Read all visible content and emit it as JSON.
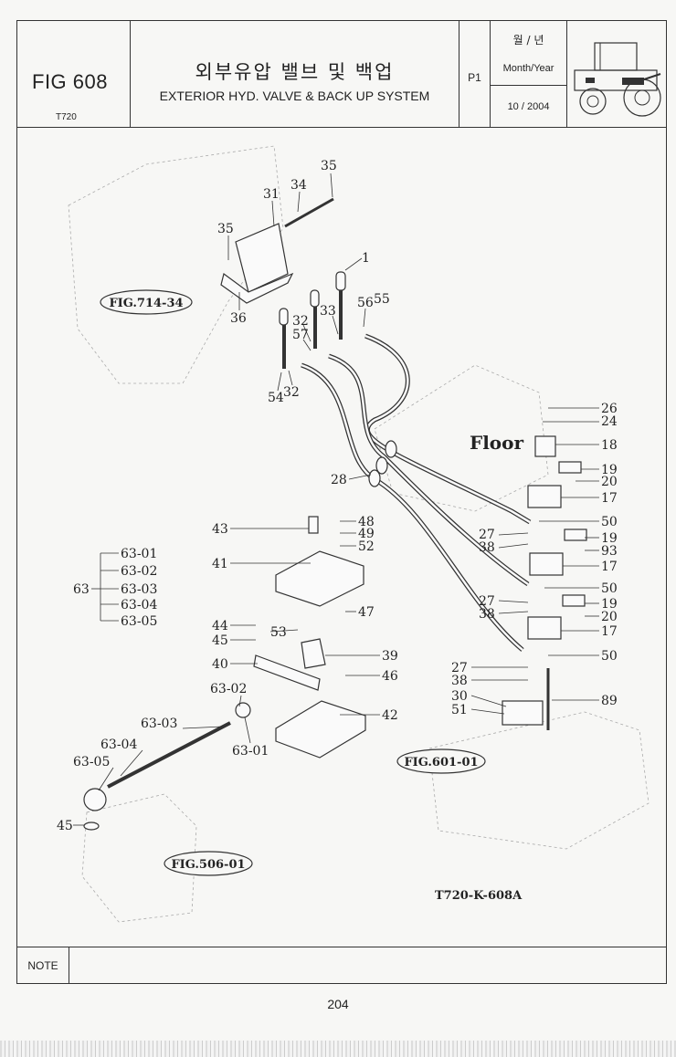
{
  "header": {
    "fig_number": "FIG 608",
    "model": "T720",
    "title_kr": "외부유압 밸브 및 백업",
    "title_en": "EXTERIOR HYD. VALVE & BACK  UP SYSTEM",
    "page_code": "P1",
    "month_year_kr": "월 / 년",
    "month_year_en": "Month/Year",
    "date": "10 / 2004"
  },
  "references": {
    "ref1": "FIG.714-34",
    "ref2": "FIG.601-01",
    "ref3": "FIG.506-01",
    "floor": "Floor",
    "drawing_code": "T720-K-608A"
  },
  "callouts": {
    "c35a": "35",
    "c34": "34",
    "c31": "31",
    "c35b": "35",
    "c36": "36",
    "c1": "1",
    "c56": "56",
    "c55": "55",
    "c33": "33",
    "c32a": "32",
    "c57": "57",
    "c54": "54",
    "c32b": "32",
    "c26": "26",
    "c24": "24",
    "c18": "18",
    "c19a": "19",
    "c20a": "20",
    "c17a": "17",
    "c28": "28",
    "c50a": "50",
    "c27a": "27",
    "c38a": "38",
    "c19b": "19",
    "c93": "93",
    "c17b": "17",
    "c50b": "50",
    "c27b": "27",
    "c38b": "38",
    "c19c": "19",
    "c20b": "20",
    "c17c": "17",
    "c50c": "50",
    "c27c": "27",
    "c38c": "38",
    "c30": "30",
    "c51": "51",
    "c89": "89",
    "c43": "43",
    "c48": "48",
    "c49": "49",
    "c52": "52",
    "c41": "41",
    "c47": "47",
    "c44": "44",
    "c53": "53",
    "c45a": "45",
    "c39": "39",
    "c40": "40",
    "c46": "46",
    "c6302a": "63-02",
    "c42": "42",
    "c6303a": "63-03",
    "c6301a": "63-01",
    "c6304a": "63-04",
    "c6305a": "63-05",
    "c45b": "45",
    "c63": "63",
    "g6301": "63-01",
    "g6302": "63-02",
    "g6303": "63-03",
    "g6304": "63-04",
    "g6305": "63-05"
  },
  "note": {
    "label": "NOTE"
  },
  "footer": {
    "page_number": "204"
  }
}
